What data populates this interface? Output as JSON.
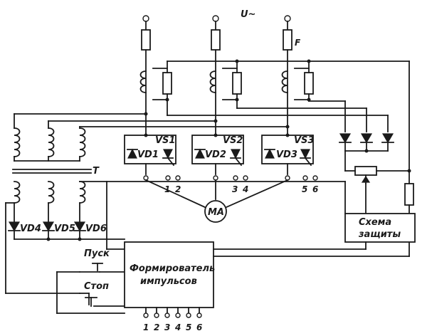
{
  "supply_label": "U~",
  "fuse_label": "F",
  "transformer_label": "T",
  "thyristors": [
    "VS1",
    "VS2",
    "VS3"
  ],
  "thyristor_diodes": [
    "VD1",
    "VD2",
    "VD3"
  ],
  "rectifier_diodes": [
    "VD4",
    "VD5",
    "VD6"
  ],
  "motor_label": "MA",
  "protection_box": {
    "line1": "Схема",
    "line2": "защиты"
  },
  "pulse_box": {
    "line1": "Формирователь",
    "line2": "импульсов"
  },
  "start_label": "Пуск",
  "stop_label": "Стоп",
  "gate_terminals": [
    "1",
    "2",
    "3",
    "4",
    "5",
    "6"
  ],
  "output_terminals": [
    "1",
    "2",
    "3",
    "4",
    "5",
    "6"
  ]
}
